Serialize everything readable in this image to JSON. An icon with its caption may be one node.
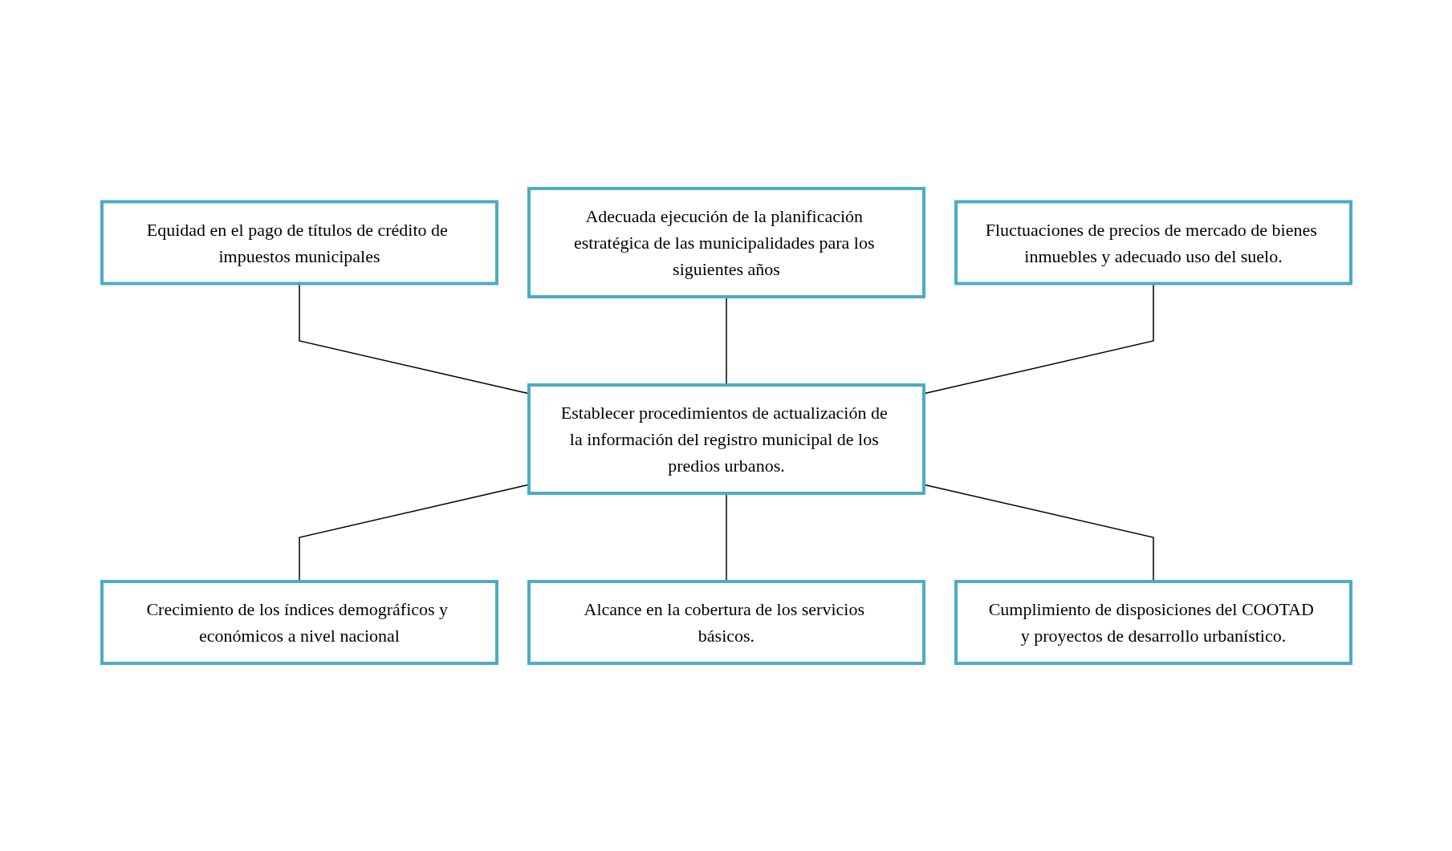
{
  "diagram": {
    "nodes": [
      {
        "text": [
          "Equidad en el pago de títulos de crédito de impuestos municipales"
        ]
      },
      {
        "text": [
          "Adecuada ejecución de la planificación estratégica de las municipalidades para los siguientes años"
        ]
      },
      {
        "text": [
          "Fluctuaciones de precios de mercado de bienes inmuebles y adecuado uso del suelo."
        ]
      },
      {
        "text": [
          "Establecer procedimientos de actualización de la información del registro municipal de los predios urbanos."
        ]
      },
      {
        "text": [
          "Crecimiento de los índices demográficos y económicos a nivel nacional"
        ]
      },
      {
        "text": [
          "Alcance en la cobertura de los servicios básicos."
        ]
      },
      {
        "text": [
          "Cumplimiento de disposiciones del COOTAD y proyectos de desarrollo urbanístico."
        ]
      }
    ],
    "edges": [
      {
        "from": 0,
        "to": 3,
        "arrow": "none"
      },
      {
        "from": 1,
        "to": 3,
        "arrow": "none"
      },
      {
        "from": 2,
        "to": 3,
        "arrow": "none"
      },
      {
        "from": 3,
        "to": 4,
        "arrow": "none"
      },
      {
        "from": 3,
        "to": 5,
        "arrow": "none"
      },
      {
        "from": 3,
        "to": 6,
        "arrow": "none"
      }
    ]
  }
}
